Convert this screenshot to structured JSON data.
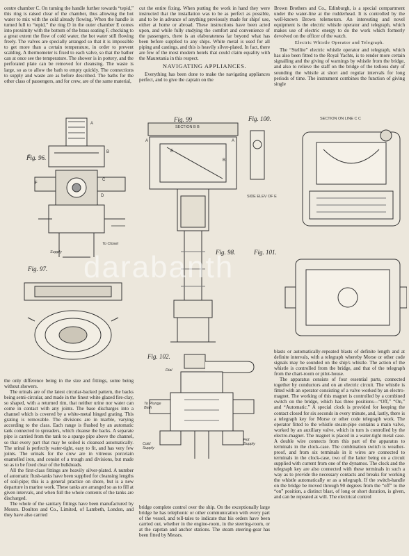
{
  "columns": {
    "left_top": "centre chamber C. On turning the handle further towards “tepid,” this ring is raised clear of the chamber, thus allowing the hot water to mix with the cold already flowing. When the handle is turned full to “tepid,” the ring D in the outer chamber E comes into proximity with the bottom of the brass seating F, checking to a great extent the flow of cold water, the hot water still flowing freely. The valves are specially arranged so that it is impossible to get more than a certain temperature, in order to prevent scalding. A thermometer is fixed to each valve, so that the bather can at once see the temperature. The shower is in pottery, and the perforated plate can be removed for cleansing. The waste is large, so as to allow the bath to empty quickly. The connections to supply and waste are as before described. The baths for the other class of passengers, and for crew, are of the same material,",
    "mid_top": "cut the entire fixing. When putting the work in hand they were instructed that the installation was to be as perfect as possible, and to be in advance of anything previously made for ships' use, either at home or abroad. These instructions have been acted upon, and while fully studying the comfort and convenience of the passengers, there is an elaborateness far beyond what has been before supplied to any ships. White metal is used for all piping and castings, and this is heavily silver-plated. In fact, there are few of the most modern hotels that could claim equality with the Mauretania in this respect.",
    "navigating_heading": "NAVIGATING APPLIANCES.",
    "mid_top_2": "Everything has been done to make the navigating appliances perfect, and to give the captain on the",
    "right_top": "Brown Brothers and Co., Edinburgh, is a special compartment under the water-line at the rudderhead. It is controlled by the well-known Brown telemotors. An interesting and novel equipment is the electric whistle operator and telegraph, which makes use of electric energy to do the work which formerly devolved on the officer of the watch.",
    "whistle_heading": "Electric Whistle Operator and Telegraph.",
    "right_top_2": "The “Stellite” electric whistle operator and telegraph, which has also been fitted to the Royal Yachts, is to render more certain signalling and the giving of warnings by whistle from the bridge, and also to relieve the staff on the bridge of the tedious duty of sounding the whistle at short and regular intervals for long periods of time. The instrument combines the function of giving single",
    "left_bottom_1": "the only difference being in the size and fittings, some being without showers.",
    "left_bottom_2": "The urinals are of the latest circular-backed pattern, the backs being semi-circular, and made in the finest white glazed fire-clay, so shaped, with a returned rim, that neither urine nor water can come in contact with any joints. The base discharges into a channel which is covered by a white-metal hinged grating. This grating is removable. The divisions are in marble, varying according to the class. Each range is flushed by an automatic tank connected to spreaders, which cleanse the backs. A separate pipe is carried from the tank to a spargo pipe above the channel, so that every part that may be soiled is cleansed automatically. The urinal is perfectly water-tight, easy to fit, and has very few joints. The urinals for the crew are in vitreous porcelain enamelled iron, and consist of a trough and divisions, but made so as to be fixed clear of the bulkheads.",
    "left_bottom_3": "All the first-class fittings are heavily silver-plated. A number of automatic flush-tanks have been supplied for cleansing lengths of soil-pipe; this is a general practice on shore, but is a new departure in marine work. These tanks are arranged so as to fill at given intervals, and when full the whole contents of the tanks are discharged.",
    "left_bottom_4": "The whole of the sanitary fittings have been manufactured by Messrs. Doulton and Co., Limited, of Lambeth, London, and they have also carried",
    "mid_bottom": "bridge complete control over the ship. On the exceptionally large bridge he has telephonic or other communication with every part of the vessel, and tell-tales to indicate that his orders have been carried out, whether in the engine-room, in the steering-room, or at the capstan and anchor stations. The steam steering-gear has been fitted by Messrs.",
    "right_bottom_1": "blasts or automatically-repeated blasts of definite length and at definite intervals, with a telegraph whereby Morse or other code signals may be sounded on the ship's whistle. The action of the whistle is controlled from the bridge, and that of the telegraph from the chart-room or pilot-house.",
    "right_bottom_2": "The apparatus consists of four essential parts, connected together by conductors and on an electric circuit. The whistle is fitted with an operator consisting of a valve worked by an electro-magnet. The working of this magnet is controlled by a combined switch on the bridge, which has three positions—“Off,” “On,” and “Automatic.” A special clock is provided for keeping the contact closed for six seconds in every minute, and, lastly, there is a telegraph key for Morse or other code telegraph work. The operator fitted to the whistle steam-pipe contains a main valve, worked by an auxiliary valve, which in turn is controlled by the electro-magnet. The magnet is placed in a water-tight metal case. A double wire connects from this part of the apparatus to terminals in the clock-case. The combination switch is weather-proof, and from six terminals in it wires are connected to terminals in the clock-case, two of the latter being on a circuit supplied with current from one of the dynamos. The clock and the telegraph key are also connected with these terminals in such a way as to provide the necessary contacts and breaks for working the whistle automatically or as a telegraph. If the switch-handle on the bridge be moved through 90 degrees from the “off” to the “on” position, a distinct blast, of long or short duration, is given, and can be repeated at will. The electrical control"
  },
  "figures": {
    "fig96": "Fig. 96.",
    "fig97": "Fig. 97.",
    "fig98": "Fig. 98.",
    "fig99": "Fig. 99",
    "fig100": "Fig. 100.",
    "fig101": "Fig. 101.",
    "fig102": "Fig. 102."
  },
  "labels": {
    "section_bb": "SECTION B B",
    "section_cc": "SECTION ON LINE C C",
    "side_elev": "SIDE ELEV OF E",
    "to_closet": "To Closet",
    "supply": "Supply",
    "to_plunge_bath": "To Plunge Bath",
    "cold_supply": "Cold Supply",
    "hot_supply": "Hot Supply",
    "dial": "Dial",
    "a": "A",
    "b": "B",
    "c": "C",
    "d": "D",
    "e": "E",
    "f": "F"
  },
  "watermark": "darabanth"
}
